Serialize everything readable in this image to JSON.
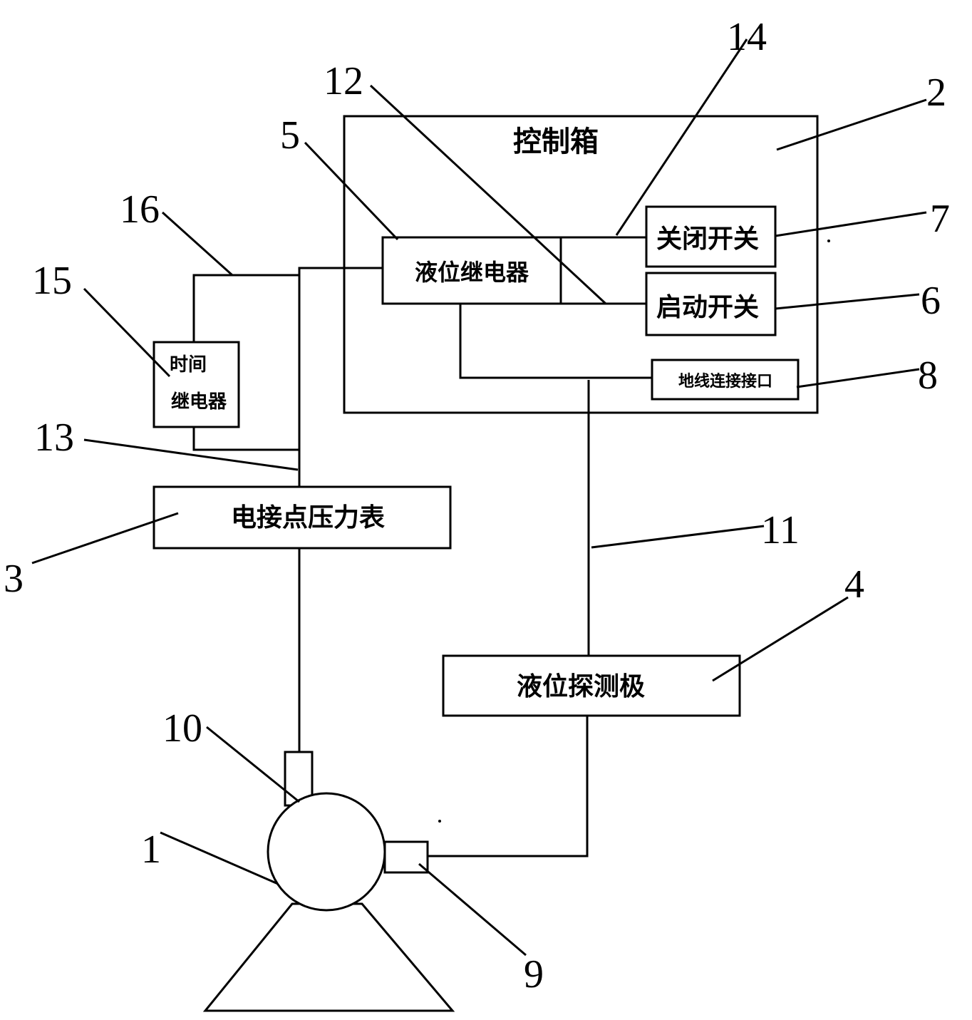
{
  "components": {
    "control_box": "控制箱",
    "level_relay": "液位继电器",
    "close_switch": "关闭开关",
    "start_switch": "启动开关",
    "ground_port": "地线连接接口",
    "time_relay_line1": "时间",
    "time_relay_line2": "继电器",
    "pressure_gauge": "电接点压力表",
    "level_probe": "液位探测极"
  },
  "callouts": [
    "1",
    "2",
    "3",
    "4",
    "5",
    "6",
    "7",
    "8",
    "9",
    "10",
    "11",
    "12",
    "13",
    "14",
    "15",
    "16"
  ]
}
